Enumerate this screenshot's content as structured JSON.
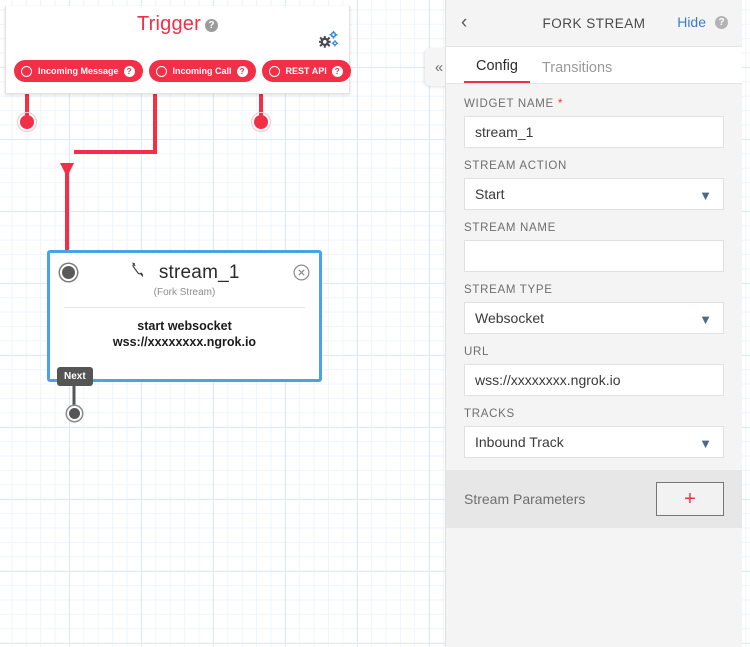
{
  "canvas": {
    "trigger": {
      "title": "Trigger",
      "help_icon": "help-circle-icon",
      "settings_icon": "gears-icon",
      "pills": [
        {
          "label": "Incoming Message",
          "icon": "connector-ring-icon",
          "help": "?"
        },
        {
          "label": "Incoming Call",
          "icon": "connector-ring-icon",
          "help": "?"
        },
        {
          "label": "REST API",
          "icon": "connector-ring-icon",
          "help": "?"
        }
      ],
      "accent_color": "#f22f46"
    },
    "node": {
      "icon": "phone-handset-icon",
      "title": "stream_1",
      "subtitle": "(Fork Stream)",
      "body_line_1": "start websocket",
      "body_line_2": "wss://xxxxxxxx.ngrok.io",
      "next_label": "Next",
      "close_icon": "close-circle-icon",
      "selected_border_color": "#4aa3e8"
    },
    "collapse_tab": {
      "icon": "double-chevron-left-icon",
      "glyph": "«"
    }
  },
  "panel": {
    "header": {
      "back_icon": "chevron-left-icon",
      "title": "FORK STREAM",
      "hide_label": "Hide",
      "help_icon": "help-circle-icon"
    },
    "tabs": [
      {
        "label": "Config",
        "active": true
      },
      {
        "label": "Transitions",
        "active": false
      }
    ],
    "fields": [
      {
        "label": "WIDGET NAME",
        "required": true,
        "type": "text",
        "value": "stream_1",
        "placeholder": ""
      },
      {
        "label": "STREAM ACTION",
        "required": false,
        "type": "select",
        "value": "Start",
        "placeholder": ""
      },
      {
        "label": "STREAM NAME",
        "required": false,
        "type": "text",
        "value": "",
        "placeholder": ""
      },
      {
        "label": "STREAM TYPE",
        "required": false,
        "type": "select",
        "value": "Websocket",
        "placeholder": ""
      },
      {
        "label": "URL",
        "required": false,
        "type": "text",
        "value": "wss://xxxxxxxx.ngrok.io",
        "placeholder": ""
      },
      {
        "label": "TRACKS",
        "required": false,
        "type": "select",
        "value": "Inbound Track",
        "placeholder": ""
      }
    ],
    "stream_parameters": {
      "label": "Stream Parameters",
      "add_label": "+",
      "add_icon": "plus-icon"
    }
  }
}
